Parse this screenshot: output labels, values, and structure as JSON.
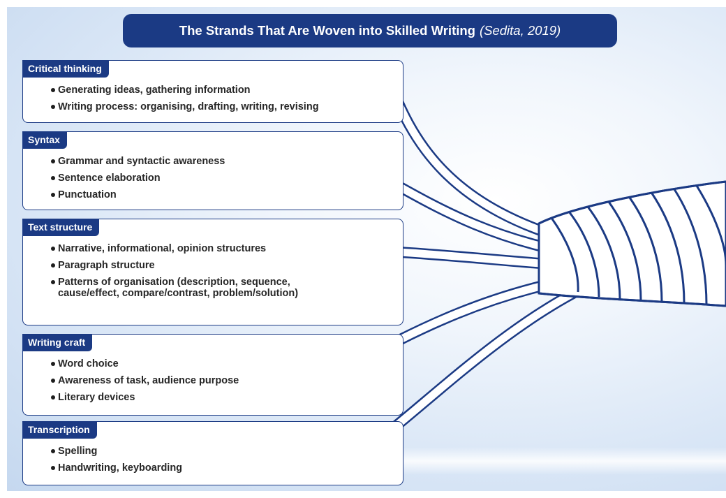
{
  "title": {
    "main": "The Strands That Are Woven into Skilled Writing",
    "citation": "(Sedita, 2019)"
  },
  "strands": [
    {
      "label": "Critical thinking",
      "items": [
        "Generating ideas, gathering information",
        "Writing process: organising, drafting, writing, revising"
      ]
    },
    {
      "label": "Syntax",
      "items": [
        "Grammar and syntactic awareness",
        "Sentence elaboration",
        "Punctuation"
      ]
    },
    {
      "label": "Text structure",
      "items": [
        "Narrative, informational, opinion structures",
        "Paragraph structure",
        "Patterns of organisation (description, sequence, cause/effect, compare/contrast, problem/solution)"
      ]
    },
    {
      "label": "Writing craft",
      "items": [
        "Word choice",
        "Awareness of task, audience purpose",
        "Literary devices"
      ]
    },
    {
      "label": "Transcription",
      "items": [
        "Spelling",
        "Handwriting, keyboarding"
      ]
    }
  ],
  "colors": {
    "banner": "#1b3a84",
    "border": "#1b3a84",
    "rope_outline": "#1b3a84",
    "rope_fill": "#ffffff",
    "background": "#d9e6f6"
  },
  "illustration": "rope-woven-from-five-strands"
}
